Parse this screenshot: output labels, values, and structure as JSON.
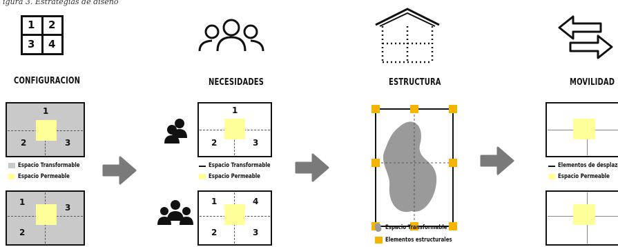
{
  "top_caption": "igura 3. Estrategias de diseño",
  "colors": {
    "transformable_gray": "#c9c9c9",
    "permeable_yellow": "#ffff99",
    "arrow_gray": "#7a7a7a",
    "structure_orange": "#f5b400",
    "outline": "#111111"
  },
  "sections": [
    {
      "key": "configuracion",
      "title": "CONFIGURACION",
      "icon": "grid-1234-icon",
      "icon_numbers": [
        "1",
        "2",
        "3",
        "4"
      ],
      "legend": [
        {
          "swatch": "gray",
          "label": "Espacio Transformable"
        },
        {
          "swatch": "yellow",
          "label": "Espacio Permeable"
        }
      ],
      "diagram_top_numbers": [
        "1",
        "2",
        "3"
      ],
      "diagram_bottom_numbers": [
        "1",
        "3",
        "2"
      ]
    },
    {
      "key": "necesidades",
      "title": "NECESIDADES",
      "icon": "people-group-icon",
      "legend": [
        {
          "swatch": "dashed",
          "label": "Espacio Transformable"
        },
        {
          "swatch": "yellow",
          "label": "Espacio Permeable"
        }
      ],
      "diagram_top_numbers": [
        "1",
        "2",
        "3"
      ],
      "diagram_bottom_numbers": [
        "1",
        "4",
        "2",
        "3"
      ]
    },
    {
      "key": "estructura",
      "title": "ESTRUCTURA",
      "icon": "house-frame-icon",
      "legend": [
        {
          "swatch": "blob",
          "label": "Espacio Transformable"
        },
        {
          "swatch": "orange",
          "label": "Elementos estructurales"
        }
      ]
    },
    {
      "key": "movilidad",
      "title": "MOVILIDAD",
      "icon": "exchange-arrows-icon",
      "legend": [
        {
          "swatch": "dashed",
          "label": "Elementos de desplazamiento"
        },
        {
          "swatch": "yellow",
          "label": "Espacio Permeable"
        }
      ]
    }
  ]
}
